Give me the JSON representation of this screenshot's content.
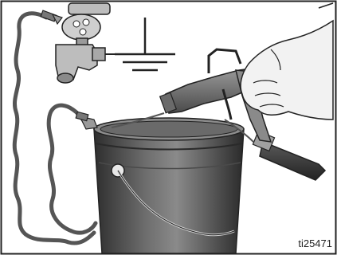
{
  "figure": {
    "id_label": "ti25471",
    "elements": [
      "ground-clamp-wire",
      "water-faucet",
      "ground-symbol",
      "metal-pail",
      "spray-gun",
      "operator-hand",
      "fluid-hose"
    ],
    "colors": {
      "outline": "#222222",
      "pail_dark": "#3a3a3a",
      "pail_mid": "#6a6a6a",
      "pail_light": "#9a9a9a",
      "wire": "#555555",
      "hand": "#f2f2f2"
    }
  }
}
